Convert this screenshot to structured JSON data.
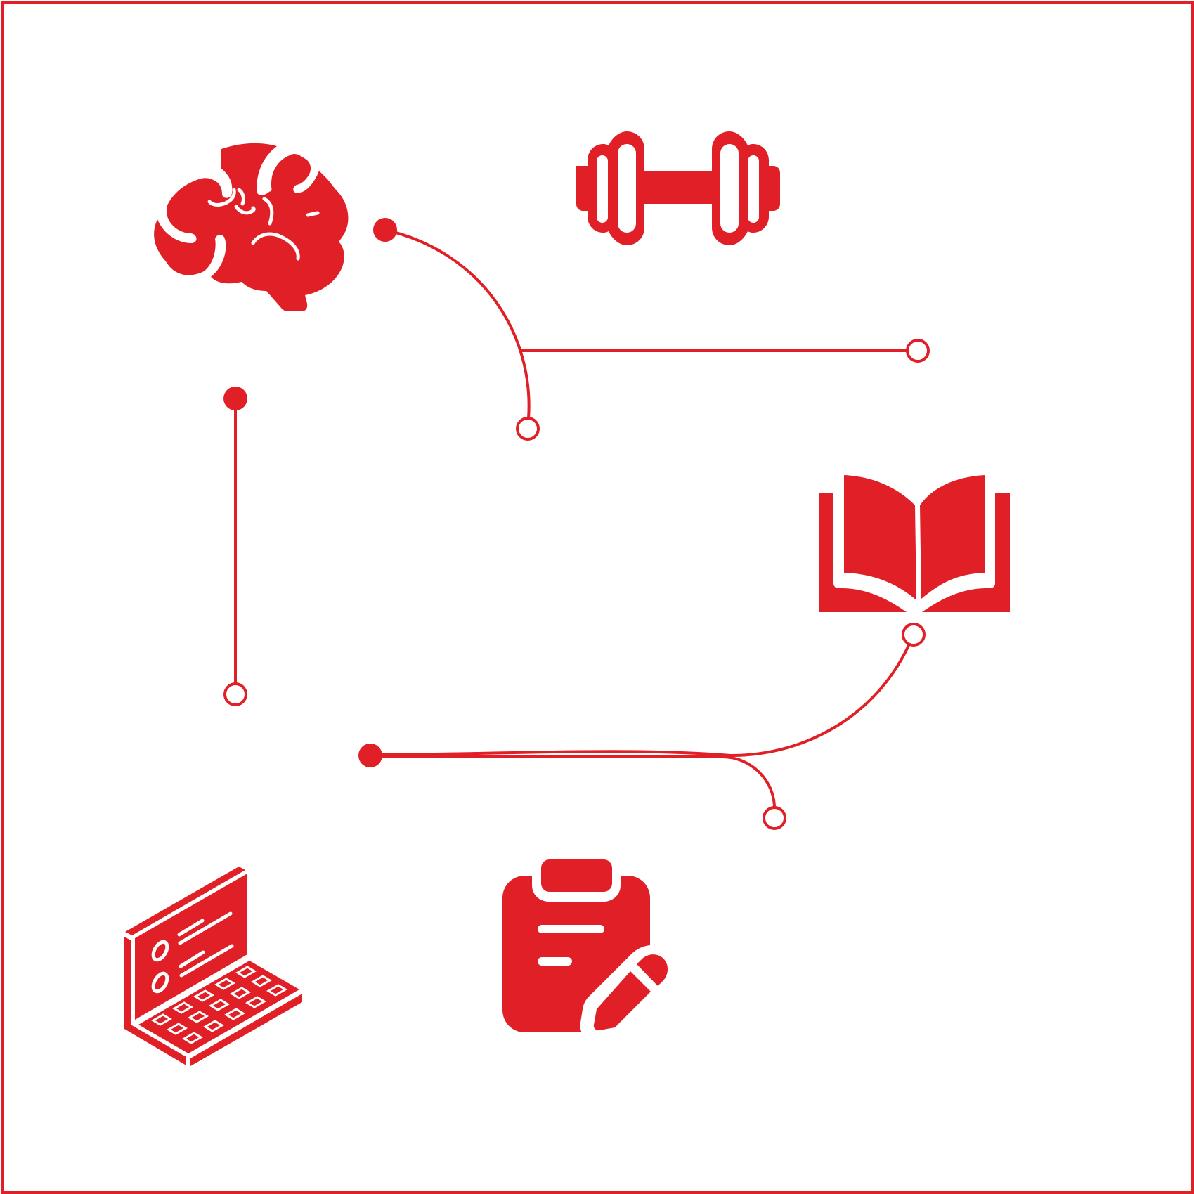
{
  "colors": {
    "accent": "#e01f26",
    "background": "#ffffff"
  },
  "icons": [
    "brain-icon",
    "dumbbell-icon",
    "open-book-icon",
    "laptop-calculator-icon",
    "clipboard-pencil-icon"
  ],
  "connectors": [
    "connector-brain-curve",
    "connector-brain-horizontal",
    "connector-left-vertical",
    "connector-book-curve",
    "connector-bottom-branch"
  ]
}
